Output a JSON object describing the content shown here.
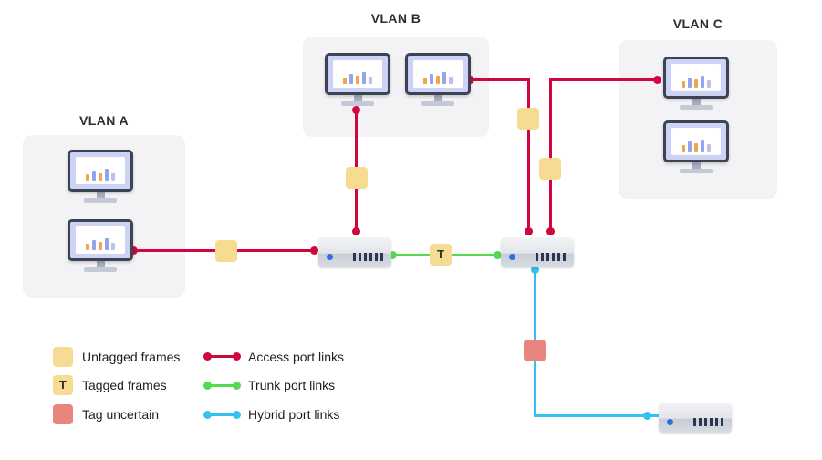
{
  "diagram": {
    "vlans": {
      "a": {
        "label": "VLAN A"
      },
      "b": {
        "label": "VLAN B"
      },
      "c": {
        "label": "VLAN C"
      }
    },
    "trunk_tag": "T"
  },
  "legend": {
    "untagged": {
      "label": "Untagged frames"
    },
    "tagged": {
      "label": "Tagged frames",
      "symbol": "T"
    },
    "uncertain": {
      "label": "Tag uncertain"
    },
    "access": {
      "label": "Access port links"
    },
    "trunk": {
      "label": "Trunk port links"
    },
    "hybrid": {
      "label": "Hybrid port links"
    }
  },
  "colors": {
    "access_link": "#d1063c",
    "trunk_link": "#55d94f",
    "hybrid_link": "#33c2ee",
    "untagged_square": "#f6dc92",
    "uncertain_square": "#e9857f",
    "vlan_box": "#f3f3f5"
  }
}
